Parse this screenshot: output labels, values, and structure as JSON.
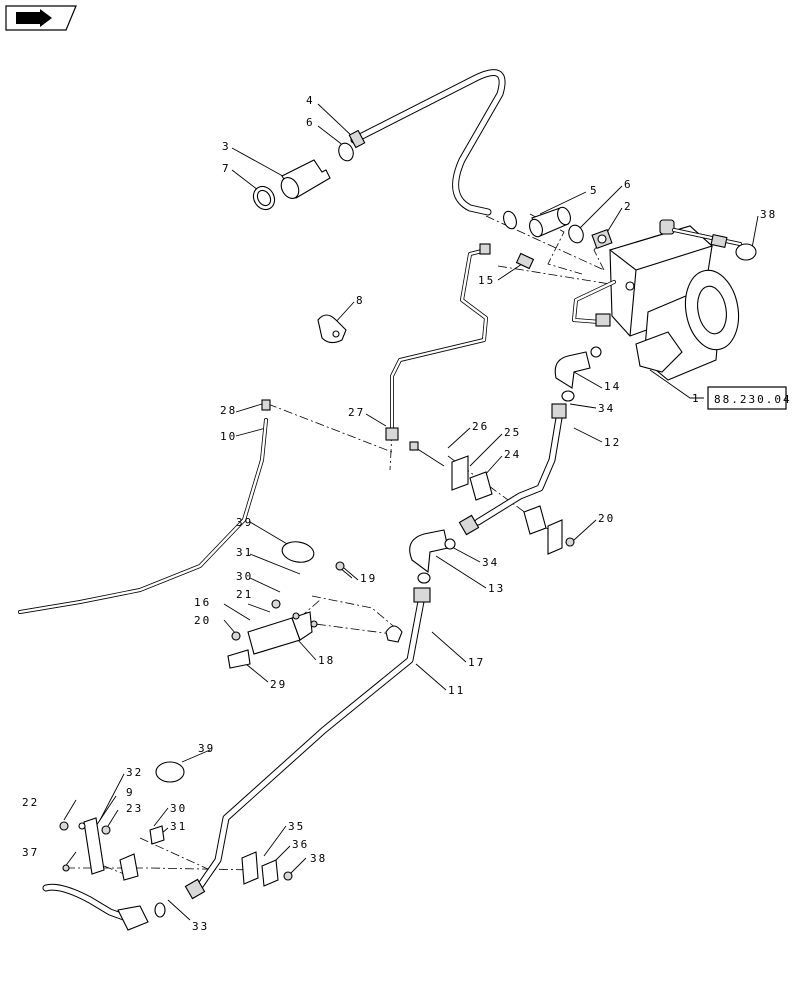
{
  "reference_box": "88.230.04",
  "icons": {
    "nav": "forward-arrow-icon"
  },
  "callouts": {
    "c1": "1",
    "c2": "2",
    "c3": "3",
    "c4": "4",
    "c5": "5",
    "c6a": "6",
    "c6b": "6",
    "c7": "7",
    "c8": "8",
    "c9": "9",
    "c10": "10",
    "c11": "11",
    "c12": "12",
    "c13": "13",
    "c14": "14",
    "c15": "15",
    "c16": "16",
    "c17": "17",
    "c18": "18",
    "c19": "19",
    "c20a": "20",
    "c20b": "20",
    "c21": "21",
    "c22": "22",
    "c23": "23",
    "c24": "24",
    "c25": "25",
    "c26": "26",
    "c27": "27",
    "c28": "28",
    "c29": "29",
    "c30a": "30",
    "c30b": "30",
    "c31a": "31",
    "c31b": "31",
    "c32": "32",
    "c33": "33",
    "c34a": "34",
    "c34b": "34",
    "c35": "35",
    "c36": "36",
    "c37": "37",
    "c38a": "38",
    "c38b": "38",
    "c39a": "39",
    "c39b": "39"
  }
}
